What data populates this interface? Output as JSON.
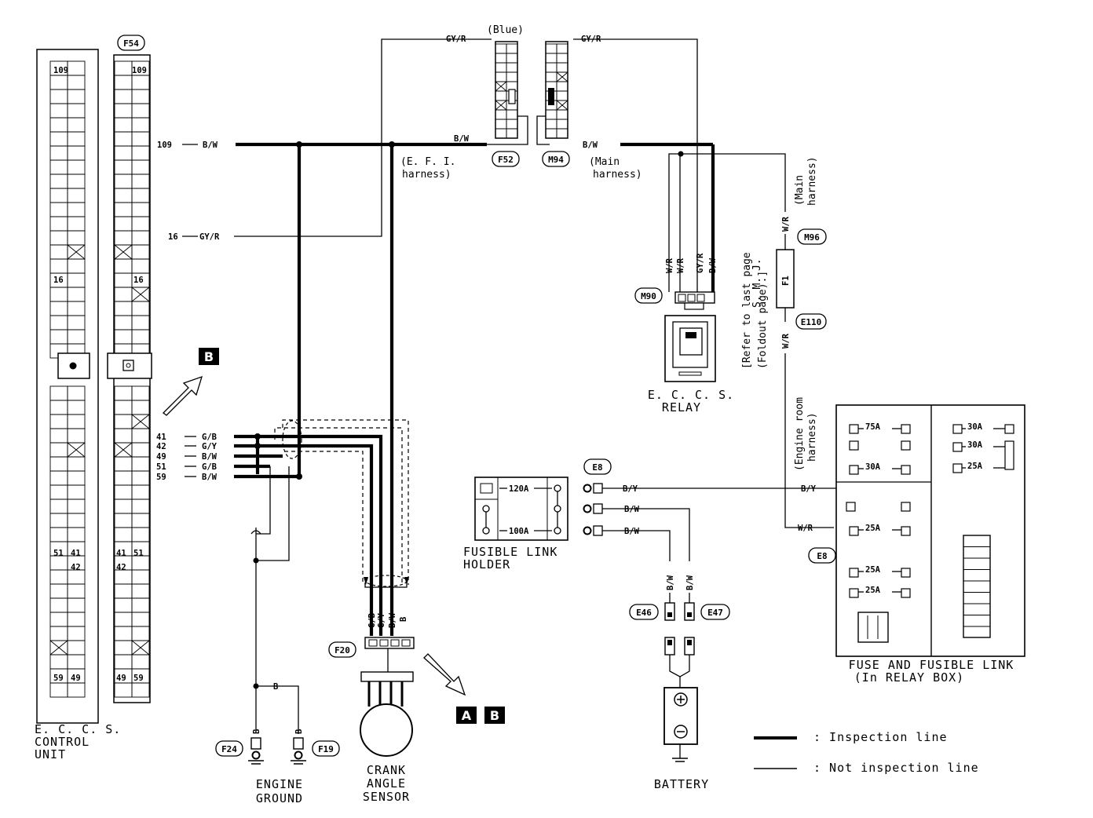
{
  "connectors": {
    "f54": "F54",
    "f52": "F52",
    "m94": "M94",
    "m90": "M90",
    "m96": "M96",
    "e110": "E110",
    "e8_top": "E8",
    "e8_box": "E8",
    "e46": "E46",
    "e47": "E47",
    "f20": "F20",
    "f24": "F24",
    "f19": "F19"
  },
  "ecu_pins": {
    "p109": "109",
    "p16": "16",
    "p51": "51",
    "p41": "41",
    "p42": "42",
    "p59": "59",
    "p49": "49"
  },
  "wires": {
    "w109": "109",
    "w109_color": "B/W",
    "w16": "16",
    "w16_color": "GY/R",
    "w41": "41",
    "w41_c": "G/B",
    "w42": "42",
    "w42_c": "G/Y",
    "w49": "49",
    "w49_c": "B/W",
    "w51": "51",
    "w51_c": "G/B",
    "w59": "59",
    "w59_c": "B/W",
    "gyr_left": "GY/R",
    "gyr_right": "GY/R",
    "bw_efi": "B/W",
    "bw_main": "B/W",
    "relay_wr1": "W/R",
    "relay_wr2": "W/R",
    "relay_gyr": "GY/R",
    "relay_bw": "B/W",
    "smj_wr_top": "W/R",
    "smj_wr_bot": "W/R",
    "fl_by": "B/Y",
    "fl_bw1": "B/W",
    "fl_bw2": "B/W",
    "by_right": "B/Y",
    "wr_right": "W/R",
    "bat_bw1": "B/W",
    "bat_bw2": "B/W",
    "gnd_b": "B",
    "gnd_b1": "B",
    "gnd_b2": "B",
    "cas_gb": "G/B",
    "cas_gy": "G/Y",
    "cas_bw": "B/W",
    "cas_b": "B"
  },
  "labels": {
    "blue": "(Blue)",
    "efi_1": "(E. F. I.",
    "efi_2": "harness)",
    "main_1": "(Main",
    "main_2": "harness)",
    "main_vert_1": "(Main",
    "main_vert_2": "harness)",
    "smj_1": "S. M. J.",
    "smj_2": "[Refer to last page",
    "smj_3": "(Foldout page).]",
    "f1": "F1",
    "eroom_1": "(Engine room",
    "eroom_2": "harness)",
    "eccs_relay_1": "E. C. C. S.",
    "eccs_relay_2": "RELAY",
    "fl_holder_1": "FUSIBLE LINK",
    "fl_holder_2": "HOLDER",
    "fl_120": "120A",
    "fl_100": "100A",
    "fuse_75": "75A",
    "fuse_30a": "30A",
    "fuse_25a": "25A",
    "fuse_25b": "25A",
    "fuse_25c": "25A",
    "fuse_30r1": "30A",
    "fuse_30r2": "30A",
    "fuse_25r": "25A",
    "fusebox_1": "FUSE AND FUSIBLE LINK",
    "fusebox_2": "(In RELAY BOX)",
    "ecu_1": "E. C. C. S.",
    "ecu_2": "CONTROL",
    "ecu_3": "UNIT",
    "gnd_1": "ENGINE",
    "gnd_2": "GROUND",
    "cas_1": "CRANK",
    "cas_2": "ANGLE",
    "cas_3": "SENSOR",
    "battery": "BATTERY",
    "ref_a": "A",
    "ref_b1": "B",
    "ref_b2": "B",
    "legend_thick": ": Inspection line",
    "legend_thin": ": Not inspection line"
  }
}
